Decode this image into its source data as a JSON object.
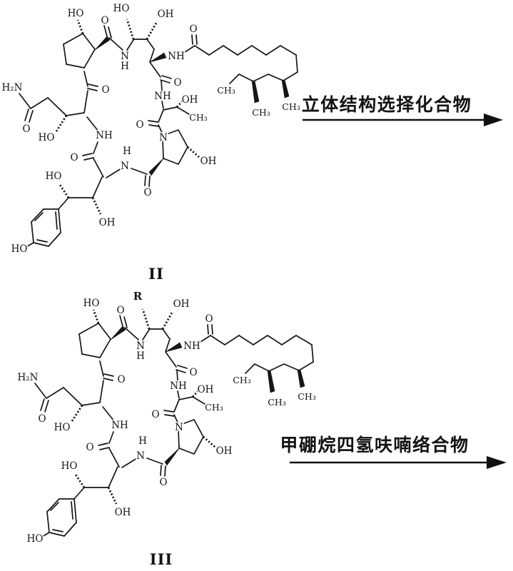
{
  "scheme": {
    "ink_color": "#161616",
    "background_color": "#ffffff",
    "arrows": [
      {
        "label": "立体结构选择化合物"
      },
      {
        "label": "甲硼烷四氢呋喃络合物"
      }
    ]
  },
  "molecules": [
    {
      "label": "II",
      "labels": {
        "ho_pro1": "HO",
        "o_pro1": "O",
        "r_site": "HO",
        "oh_orn": "OH",
        "o_acyl": "O",
        "n_am1": "N",
        "h_am1": "H",
        "nh_acyl": "NH",
        "o_orn": "O",
        "nh_thr": "NH",
        "oh_thr": "OH",
        "ch3_thr": "CH₃",
        "o_thr": "O",
        "n_pro2": "N",
        "oh_pro2": "OH",
        "o_pro2": "O",
        "h_am2": "H",
        "n_am2": "N",
        "o_tyr": "O",
        "nh_gln": "NH",
        "o_gln": "O",
        "h2n": "H₂N",
        "o_side": "O",
        "ho_gln": "HO",
        "ho_tyr": "HO",
        "oh_tyr": "OH",
        "ho_phenol": "HO",
        "ch3_a": "CH₃",
        "ch3_b": "CH₃",
        "ch3_c": "CH₃"
      }
    },
    {
      "label": "III",
      "labels": {
        "ho_pro1": "HO",
        "o_pro1": "O",
        "r_site": "R",
        "oh_orn": "OH",
        "o_acyl": "O",
        "n_am1": "N",
        "h_am1": "H",
        "nh_acyl": "NH",
        "o_orn": "O",
        "nh_thr": "NH",
        "oh_thr": "OH",
        "ch3_thr": "CH₃",
        "o_thr": "O",
        "n_pro2": "N",
        "oh_pro2": "OH",
        "o_pro2": "O",
        "h_am2": "H",
        "n_am2": "N",
        "o_tyr": "O",
        "nh_gln": "NH",
        "o_gln": "O",
        "h2n": "H₂N",
        "o_side": "O",
        "ho_gln": "HO",
        "ho_tyr": "HO",
        "oh_tyr": "OH",
        "ho_phenol": "HO",
        "ch3_a": "CH₃",
        "ch3_b": "CH₃",
        "ch3_c": "CH₃"
      }
    }
  ]
}
